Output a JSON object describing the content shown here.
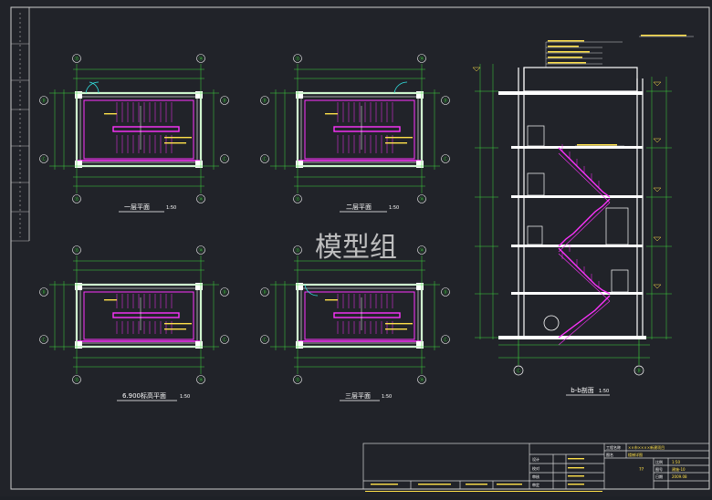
{
  "watermark": "模型组",
  "plans": [
    {
      "title": "一层平面",
      "scale": "1:50",
      "axes": [
        "⑬",
        "⑭"
      ],
      "rows": [
        "Ⓒ",
        "Ⓓ"
      ]
    },
    {
      "title": "二层平面",
      "scale": "1:50",
      "axes": [
        "⑬",
        "⑭"
      ],
      "rows": [
        "Ⓒ",
        "Ⓓ"
      ]
    },
    {
      "title": "6.900标高平面",
      "scale": "1:50",
      "axes": [
        "⑬",
        "⑭"
      ],
      "rows": [
        "Ⓒ",
        "Ⓓ"
      ]
    },
    {
      "title": "三层平面",
      "scale": "1:50",
      "axes": [
        "⑬",
        "⑭"
      ],
      "rows": [
        "Ⓒ",
        "Ⓓ"
      ]
    }
  ],
  "section": {
    "title": "b-b剖面",
    "scale": "1:50",
    "axes": [
      "Ⓒ",
      "Ⓓ"
    ]
  },
  "title_block": {
    "project_label": "工程名称",
    "project_value": "××市××××新建项目",
    "drawing_label": "图名",
    "drawing_value": "楼梯详图",
    "scale_label": "比例",
    "scale_value": "1:50",
    "sheet_label": "图号",
    "sheet_value": "建施-10",
    "date_label": "日期",
    "date_value": "2009.08",
    "number": "??",
    "design_label": "设计",
    "check_label": "校对",
    "review_label": "审核",
    "approve_label": "审定"
  },
  "colors": {
    "background": "#212329",
    "wall": "#ffffff",
    "stair": "#ff33ff",
    "dimension": "#3fd93f",
    "axis_red": "#ff3a3a",
    "cyan": "#33e6e6",
    "yellow": "#ffe14a"
  }
}
